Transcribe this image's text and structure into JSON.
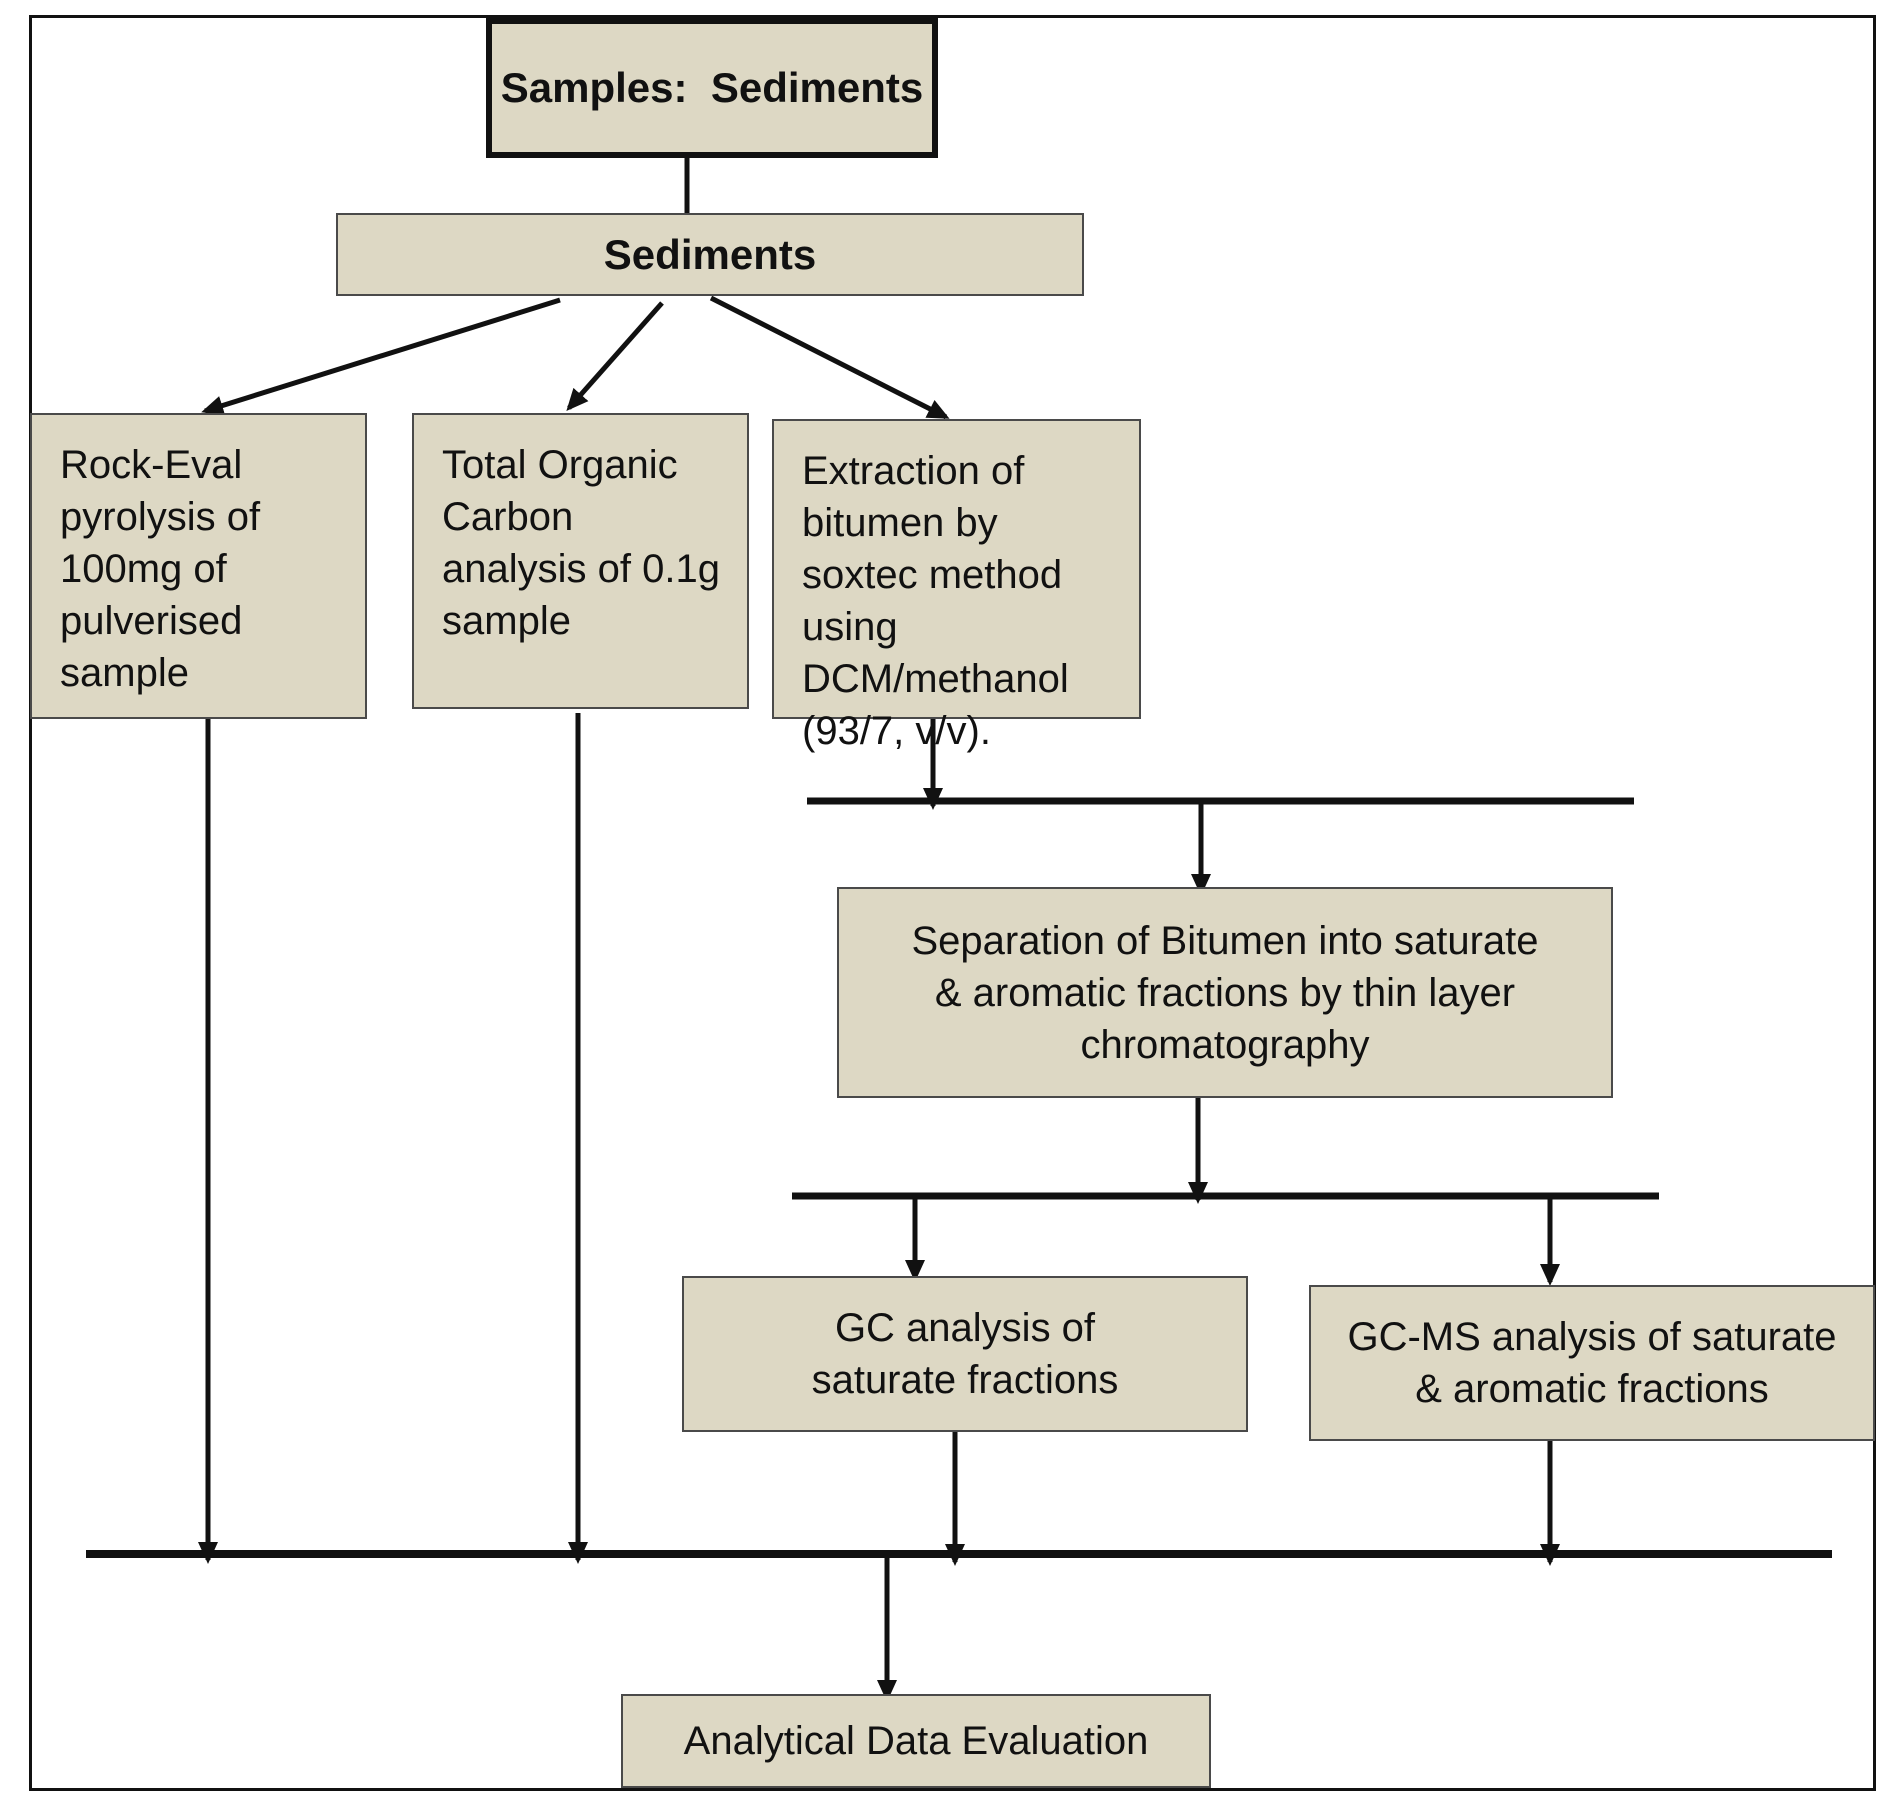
{
  "nodes": {
    "samples": "Samples:  Sediments",
    "sediments": "Sediments",
    "rockeval": "Rock-Eval pyrolysis of 100mg of pulverised sample",
    "toc": "Total Organic Carbon analysis of 0.1g sample",
    "extraction": "Extraction of bitumen by soxtec method using DCM/methanol (93/7, v/v).",
    "separation": "Separation of Bitumen into saturate & aromatic fractions by thin layer chromatography",
    "gc": "GC analysis of saturate fractions",
    "gcms": "GC-MS analysis of saturate & aromatic fractions",
    "evaluation": "Analytical Data Evaluation"
  },
  "edges": [
    {
      "from": "samples",
      "to": "sediments"
    },
    {
      "from": "sediments",
      "to": "rockeval"
    },
    {
      "from": "sediments",
      "to": "toc"
    },
    {
      "from": "sediments",
      "to": "extraction"
    },
    {
      "from": "extraction",
      "to": "separation"
    },
    {
      "from": "separation",
      "to": "gc"
    },
    {
      "from": "separation",
      "to": "gcms"
    },
    {
      "from": "rockeval",
      "to": "evaluation"
    },
    {
      "from": "toc",
      "to": "evaluation"
    },
    {
      "from": "gc",
      "to": "evaluation"
    },
    {
      "from": "gcms",
      "to": "evaluation"
    }
  ],
  "colors": {
    "box_fill": "#ddd8c4",
    "box_border": "#4a4a4a",
    "line": "#111111"
  }
}
